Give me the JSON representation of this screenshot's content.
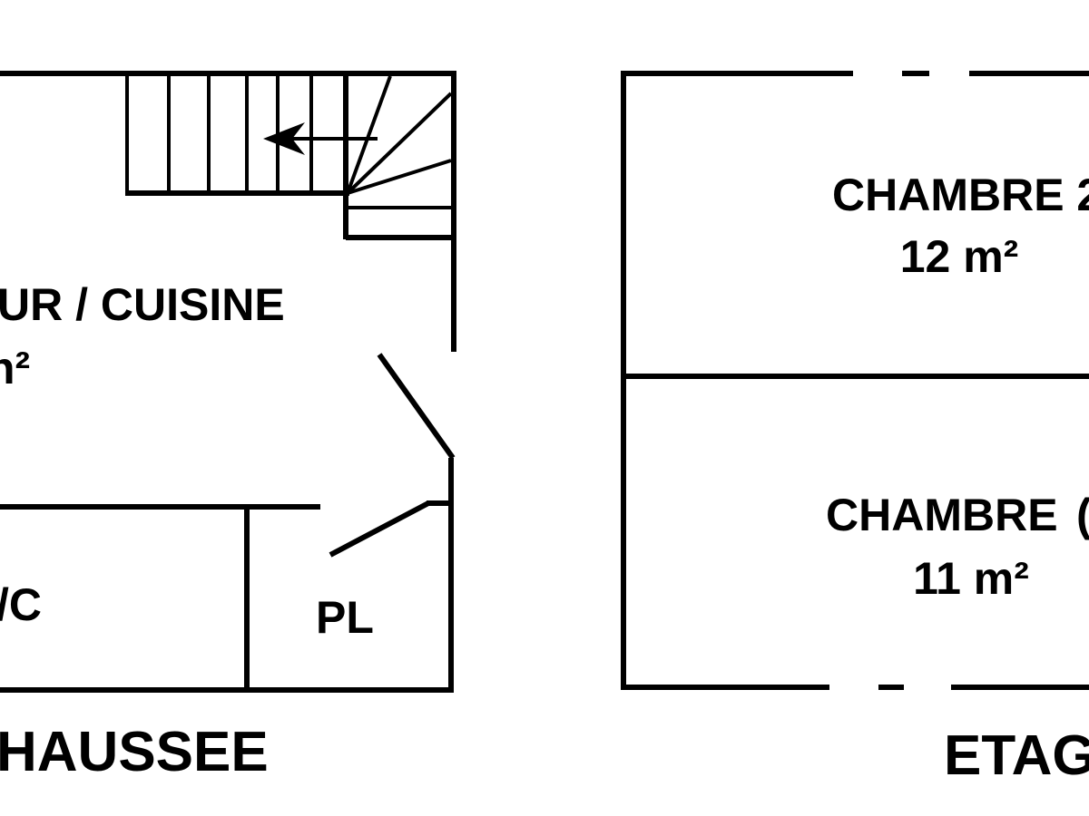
{
  "ground_floor": {
    "title": "HAUSSEE",
    "living_room": {
      "name": "UR / CUISINE",
      "area": "n²"
    },
    "wc": {
      "name": "/C"
    },
    "closet": {
      "name": "PL"
    }
  },
  "upper_floor": {
    "title": "ETAG",
    "bedroom_2": {
      "name": "CHAMBRE 2",
      "area": "12 m²"
    },
    "bedroom_1": {
      "name": "CHAMBRE",
      "area": "11 m²"
    }
  }
}
